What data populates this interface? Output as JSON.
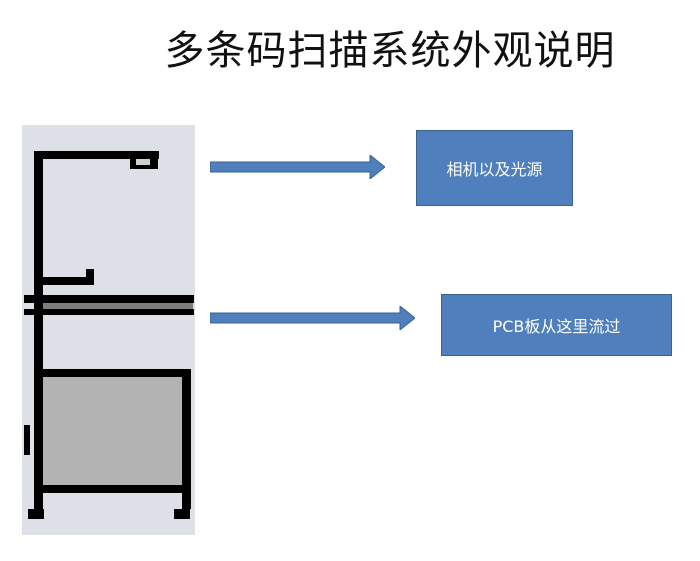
{
  "slide": {
    "title": "多条码扫描系统外观说明"
  },
  "callouts": [
    {
      "label": "相机以及光源"
    },
    {
      "label": "PCB板从这里流过"
    }
  ],
  "colors": {
    "box_fill": "#4f7fbc",
    "box_border": "#3a6291",
    "arrow_fill": "#4f7fbc",
    "photo_background": "#dde1e7",
    "frame": "#000000",
    "panel": "#b3b3b3"
  },
  "icons": {
    "arrow_camera": "right-arrow",
    "arrow_pcb": "right-arrow"
  }
}
